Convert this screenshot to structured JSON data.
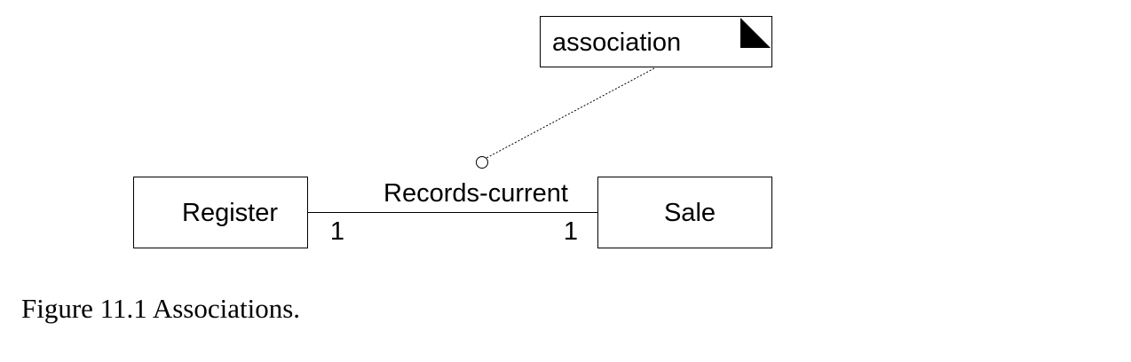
{
  "note": {
    "text": "association"
  },
  "classes": [
    {
      "name": "Register"
    },
    {
      "name": "Sale"
    }
  ],
  "association": {
    "label": "Records-current",
    "left_multiplicity": "1",
    "right_multiplicity": "1"
  },
  "caption": "Figure 11.1 Associations.",
  "colors": {
    "stroke": "#000000",
    "background": "#ffffff"
  }
}
